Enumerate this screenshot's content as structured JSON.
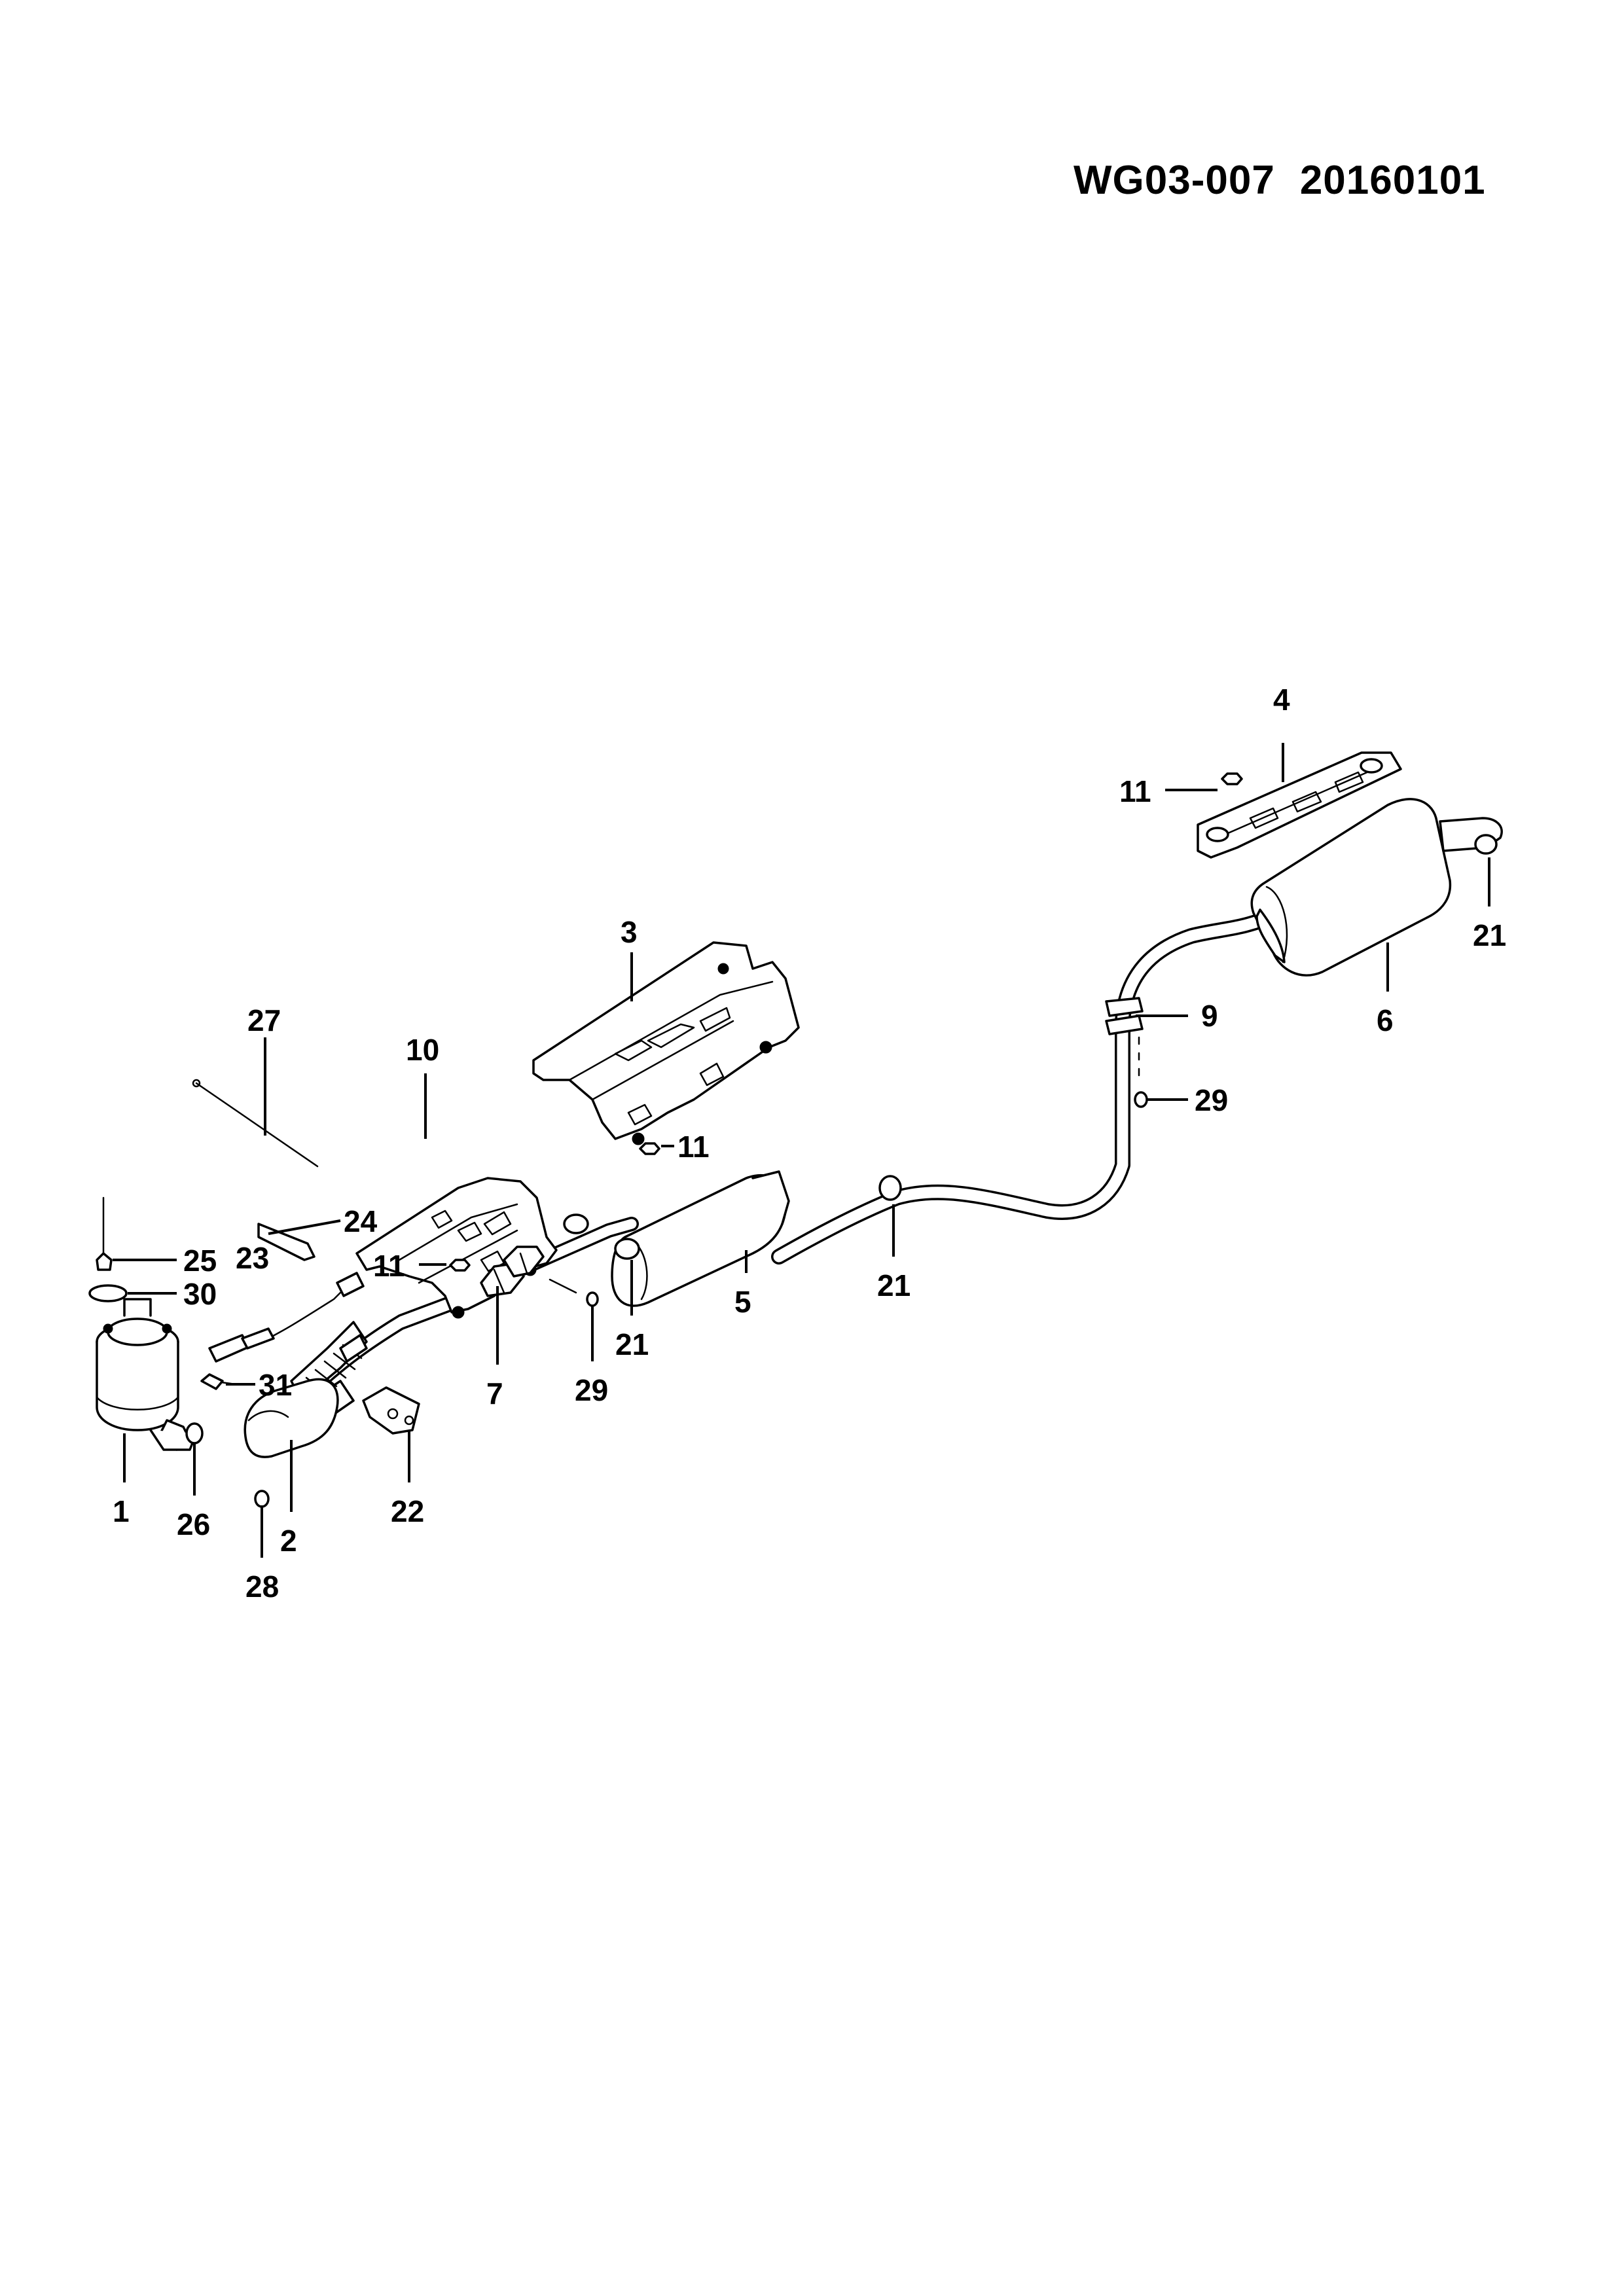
{
  "header": {
    "drawing_number": "WG03-007",
    "date_code": "20160101"
  },
  "callouts": {
    "c1": "1",
    "c2": "2",
    "c3": "3",
    "c4": "4",
    "c5": "5",
    "c6": "6",
    "c7": "7",
    "c9": "9",
    "c10": "10",
    "c11a": "11",
    "c11b": "11",
    "c11c": "11",
    "c21a": "21",
    "c21b": "21",
    "c21c": "21",
    "c22": "22",
    "c23": "23",
    "c24": "24",
    "c25": "25",
    "c26": "26",
    "c27": "27",
    "c28": "28",
    "c29a": "29",
    "c29b": "29",
    "c30": "30",
    "c31": "31"
  }
}
